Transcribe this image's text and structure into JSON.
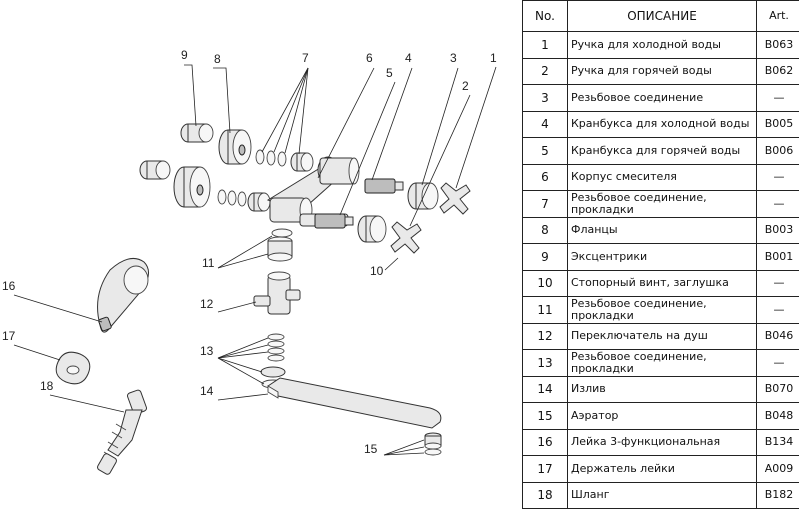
{
  "table": {
    "headers": {
      "no": "No.",
      "description": "ОПИСАНИЕ",
      "art": "Art."
    },
    "rows": [
      {
        "no": "1",
        "description": "Ручка для холодной воды",
        "art": "B063"
      },
      {
        "no": "2",
        "description": "Ручка для горячей воды",
        "art": "B062"
      },
      {
        "no": "3",
        "description": "Резьбовое соединение",
        "art": "—"
      },
      {
        "no": "4",
        "description": "Кранбукса для холодной воды",
        "art": "B005"
      },
      {
        "no": "5",
        "description": "Кранбукса для горячей воды",
        "art": "B006"
      },
      {
        "no": "6",
        "description": "Корпус смесителя",
        "art": "—"
      },
      {
        "no": "7",
        "description": "Резьбовое соединение, прокладки",
        "art": "—"
      },
      {
        "no": "8",
        "description": "Фланцы",
        "art": "B003"
      },
      {
        "no": "9",
        "description": "Эксцентрики",
        "art": "B001"
      },
      {
        "no": "10",
        "description": "Стопорный винт, заглушка",
        "art": "—"
      },
      {
        "no": "11",
        "description": "Резьбовое соединение, прокладки",
        "art": "—"
      },
      {
        "no": "12",
        "description": "Переключатель на душ",
        "art": "B046"
      },
      {
        "no": "13",
        "description": "Резьбовое соединение, прокладки",
        "art": "—"
      },
      {
        "no": "14",
        "description": "Излив",
        "art": "B070"
      },
      {
        "no": "15",
        "description": "Аэратор",
        "art": "B048"
      },
      {
        "no": "16",
        "description": "Лейка 3-функциональная",
        "art": "B134"
      },
      {
        "no": "17",
        "description": "Держатель лейки",
        "art": "A009"
      },
      {
        "no": "18",
        "description": "Шланг",
        "art": "B182"
      }
    ]
  },
  "diagram": {
    "callouts": [
      "1",
      "2",
      "3",
      "4",
      "5",
      "6",
      "7",
      "8",
      "9",
      "10",
      "11",
      "12",
      "13",
      "14",
      "15",
      "16",
      "17",
      "18"
    ]
  }
}
